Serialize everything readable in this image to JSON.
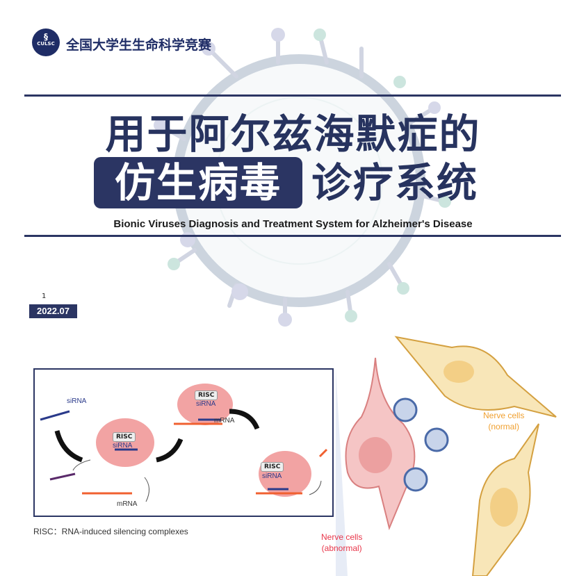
{
  "header": {
    "logo_text": "CULSC",
    "org_name": "全国大学生生命科学竞赛"
  },
  "title": {
    "line1": "用于阿尔兹海默症的",
    "highlight": "仿生病毒",
    "line2_rest": "诊疗系统",
    "subtitle": "Bionic Viruses Diagnosis and Treatment System for Alzheimer's Disease"
  },
  "page_number": "1",
  "date": "2022.07",
  "diagram": {
    "sirna": "siRNA",
    "risc": "RISC",
    "mrna": "mRNA",
    "caption": "RISC：RNA-induced silencing complexes"
  },
  "neurons": {
    "normal": {
      "line1": "Nerve cells",
      "line2": "(normal)"
    },
    "abnormal": {
      "line1": "Nerve cells",
      "line2": "(abnormal)"
    }
  },
  "colors": {
    "navy": "#2b3563",
    "normal": "#f0a030",
    "abnormal": "#e8364a"
  }
}
